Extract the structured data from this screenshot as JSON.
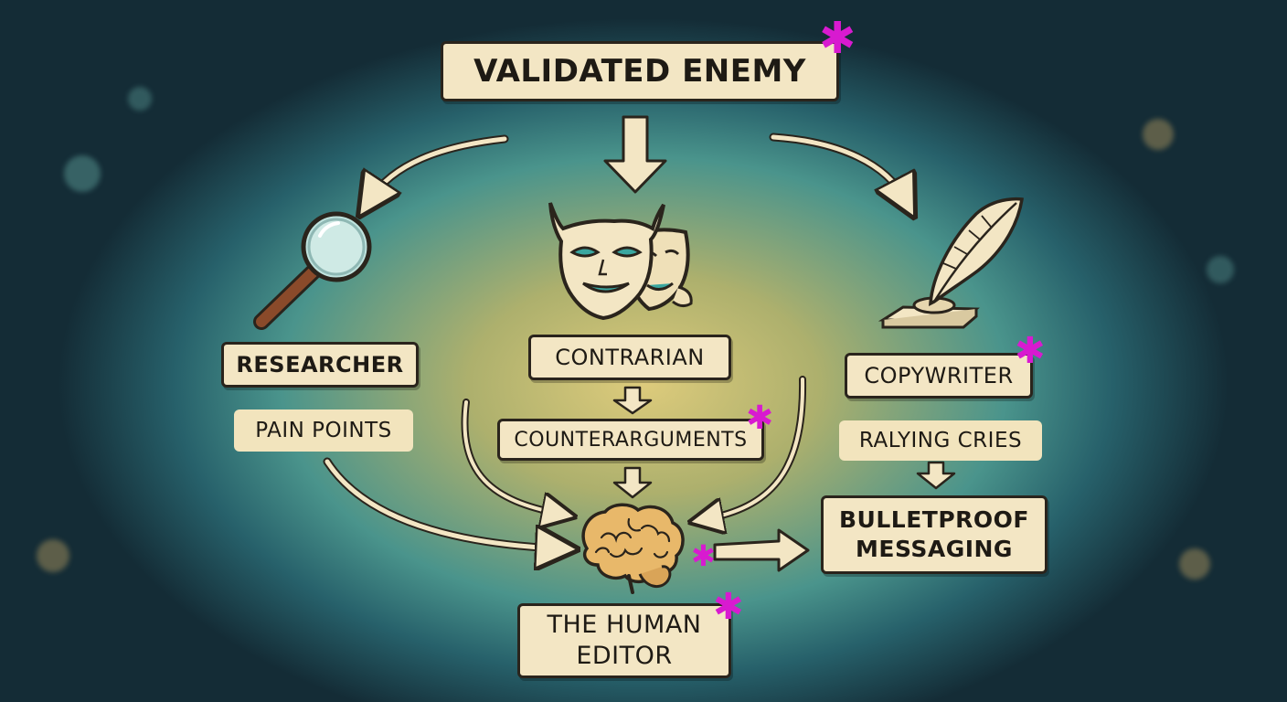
{
  "nodes": {
    "validated_enemy": "VALIDATED ENEMY",
    "researcher": "RESEARCHER",
    "pain_points": "PAIN POINTS",
    "contrarian": "CONTRARIAN",
    "counterarguments": "COUNTERARGUMENTS",
    "copywriter": "COPYWRITER",
    "rallying_cries": "RALYING CRIES",
    "bulletproof_messaging": "BULLETPROOF\nMESSAGING",
    "human_editor": "THE HUMAN\nEDITOR"
  },
  "icons": {
    "researcher": "magnifying-glass-icon",
    "contrarian": "theater-masks-icon",
    "copywriter": "quill-pen-icon",
    "editor": "brain-icon",
    "emphasis": "asterisk-icon"
  },
  "colors": {
    "box_fill": "#f3e6c4",
    "outline": "#2a241c",
    "accent_star": "#d81ad0",
    "arrow": "#f3e6c4"
  },
  "star_glyph": "✱"
}
